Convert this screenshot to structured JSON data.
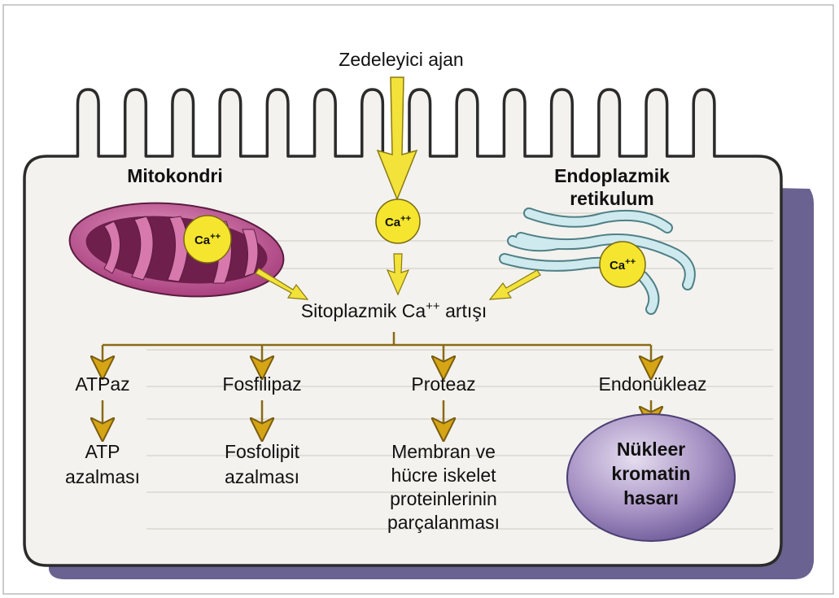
{
  "agent_label": "Zedeleyici ajan",
  "organelles": {
    "mitochondria": "Mitokondri",
    "er_line1": "Endoplazmik",
    "er_line2": "retikulum"
  },
  "calcium": {
    "label": "Ca",
    "superscript": "++"
  },
  "center": {
    "prefix": "Sitoplazmik Ca",
    "superscript": "++",
    "suffix": " artışı"
  },
  "enzymes": [
    "ATPaz",
    "Fosfilipaz",
    "Proteaz",
    "Endonükleaz"
  ],
  "outcomes": {
    "atp": [
      "ATP",
      "azalması"
    ],
    "phospholipid": [
      "Fosfolipit",
      "azalması"
    ],
    "membrane": [
      "Membran ve",
      "hücre iskelet",
      "proteinlerinin",
      "parçalanması"
    ],
    "nucleus": [
      "Nükleer",
      "kromatin",
      "hasarı"
    ]
  },
  "colors": {
    "cell_fill": "#f3f2ee",
    "cell_shadow": "#6a6290",
    "arrow_yellow": "#f2e23a",
    "calcium_fill": "#f5e52e",
    "mito_fill": "#c0508d",
    "er_fill": "#cfeaee",
    "nucleus_fill": "#a38fc0",
    "flow_arrow": "#b28a1c"
  }
}
